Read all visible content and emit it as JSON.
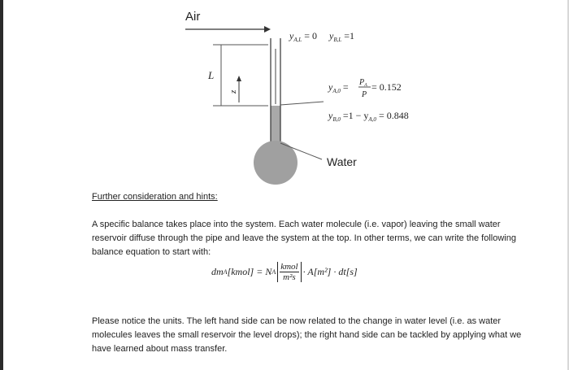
{
  "diagram": {
    "air_label": "Air",
    "water_label": "Water",
    "length_label": "L",
    "axis_label": "z",
    "top_bc_a": "y",
    "top_bc_a_sub": "A,L",
    "top_bc_a_val": " = 0",
    "top_bc_b": "y",
    "top_bc_b_sub": "B,L",
    "top_bc_b_val": " =1",
    "bottom_a": "y",
    "bottom_a_sub": "A,0",
    "bottom_a_eq": " = ",
    "bottom_a_num": "P",
    "bottom_a_num_sub": "A",
    "bottom_a_den": "P",
    "bottom_a_val": " = 0.152",
    "bottom_b": "y",
    "bottom_b_sub": "B,0",
    "bottom_b_expr": " =1 − y",
    "bottom_b_expr_sub": "A,0",
    "bottom_b_val": " = 0.848",
    "colors": {
      "pipe_fill": "#a9a9a9",
      "reservoir": "#a0a0a0",
      "line": "#333333"
    }
  },
  "hints_title": "Further consideration and hints:",
  "paragraph1": "A specific balance takes place into the system. Each water molecule (i.e. vapor) leaving the small water reservoir diffuse through the pipe and leave the system at the top. In other terms, we can write the following balance equation to start with:",
  "equation": {
    "lhs": "dm",
    "lhs_sub": "A",
    "lhs_unit": " [kmol] = N",
    "rhs_sub": "A",
    "frac_num": "kmol",
    "frac_den": "m²s",
    "tail": " · A[m²] · dt[s]"
  },
  "paragraph2": "Please notice the units. The left hand side can be now related to the change in water level (i.e. as water molecules leaves the small reservoir the level drops); the right hand side can be tackled by applying what we have learned about mass transfer."
}
